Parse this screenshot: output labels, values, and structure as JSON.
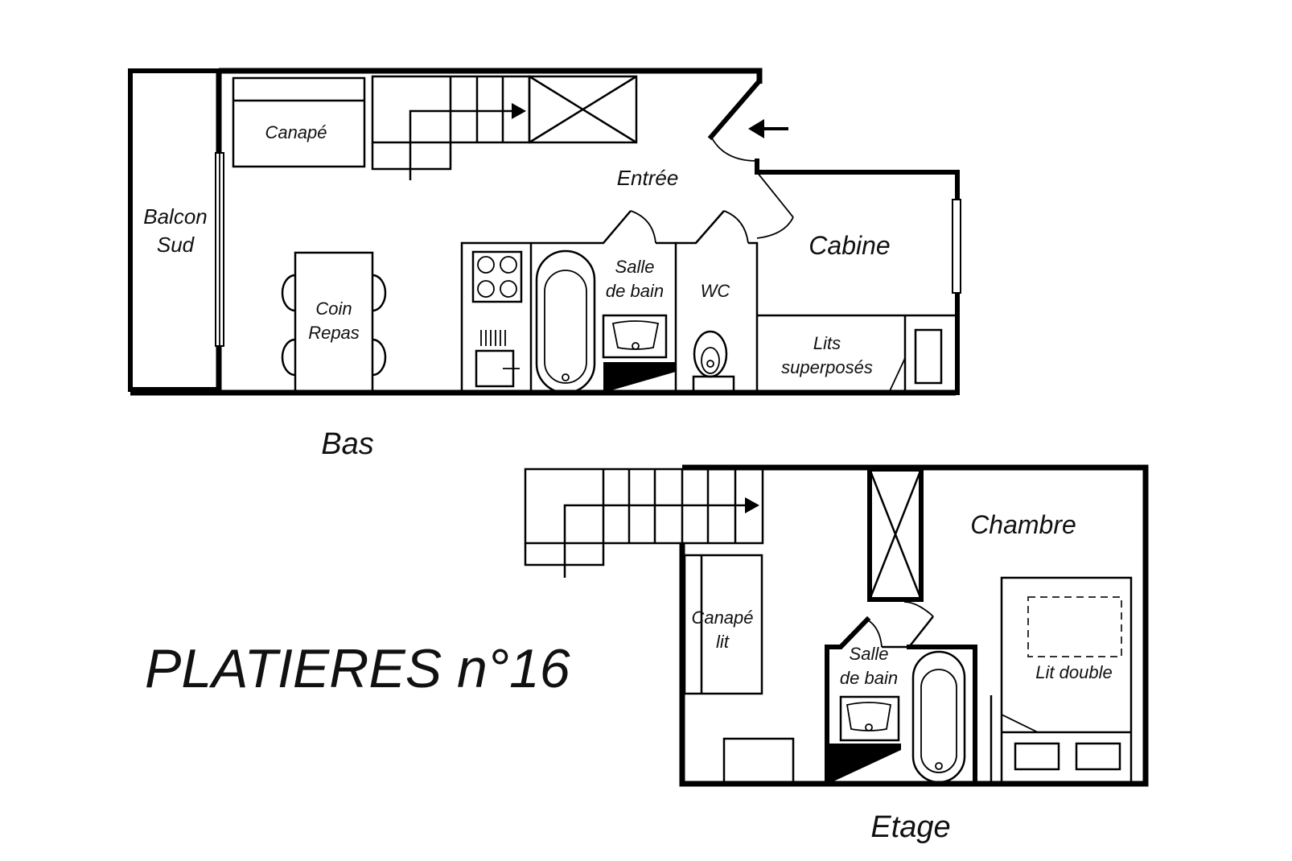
{
  "title": "PLATIERES n°16",
  "levels": {
    "lower": {
      "label": "Bas",
      "rooms": {
        "balcon_line1": "Balcon",
        "balcon_line2": "Sud",
        "canape": "Canapé",
        "entree": "Entrée",
        "coin_line1": "Coin",
        "coin_line2": "Repas",
        "salle_line1": "Salle",
        "salle_line2": "de bain",
        "wc": "WC",
        "cabine": "Cabine",
        "lits_line1": "Lits",
        "lits_line2": "superposés"
      }
    },
    "upper": {
      "label": "Etage",
      "rooms": {
        "chambre": "Chambre",
        "canape_lit_line1": "Canapé",
        "canape_lit_line2": "lit",
        "salle_line1": "Salle",
        "salle_line2": "de bain",
        "lit_double": "Lit double"
      }
    }
  },
  "colors": {
    "ink": "#000000",
    "background": "#ffffff"
  }
}
